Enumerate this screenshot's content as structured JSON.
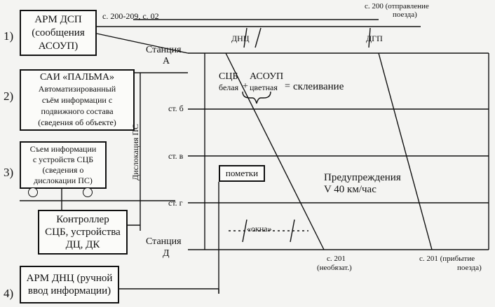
{
  "numbers": [
    "1)",
    "2)",
    "3)",
    "4)"
  ],
  "boxes": {
    "arm_dsp": [
      "АРМ ДСП",
      "(сообщения",
      "АСОУП)"
    ],
    "sai_palma": [
      "САИ «ПАЛЬМА»",
      "Автоматизированный",
      "съём информации с",
      "подвижного состава",
      "(сведения об объекте)"
    ],
    "scb_info": [
      "Съем информации",
      "с устройств СЦБ",
      "(сведения о",
      "дислокации ПС)"
    ],
    "controller": [
      "Контроллер",
      "СЦБ, устройства",
      "ДЦ, ДК"
    ],
    "arm_dnc": [
      "АРМ ДНЦ (ручной",
      "ввод информации)"
    ],
    "pometki": "пометки"
  },
  "labels": {
    "top_msgs": "с. 200-209, с. 02",
    "s200": [
      "с. 200 (отправление",
      "поезда)"
    ],
    "dnc": "ДНЦ",
    "dgp": "ДГП",
    "station_a": [
      "Станция",
      "А"
    ],
    "station_d": [
      "Станция",
      "Д"
    ],
    "st_b": "ст. б",
    "st_v": "ст. в",
    "st_g": "ст. г",
    "dislocation": "Дислокация ПС",
    "scb": "СЦБ",
    "asoup": "АСОУП",
    "bela": "белая",
    "plus": "+",
    "cvetnaya": "цветная",
    "equals": "=",
    "skleivanie": "склеивание",
    "warnings": "Предупреждения",
    "speed": "V 40 км/час",
    "okna": "«окна»",
    "s201a": [
      "с. 201",
      "(необязат.)"
    ],
    "s201b": [
      "с. 201 (прибытие",
      "поезда)"
    ]
  }
}
